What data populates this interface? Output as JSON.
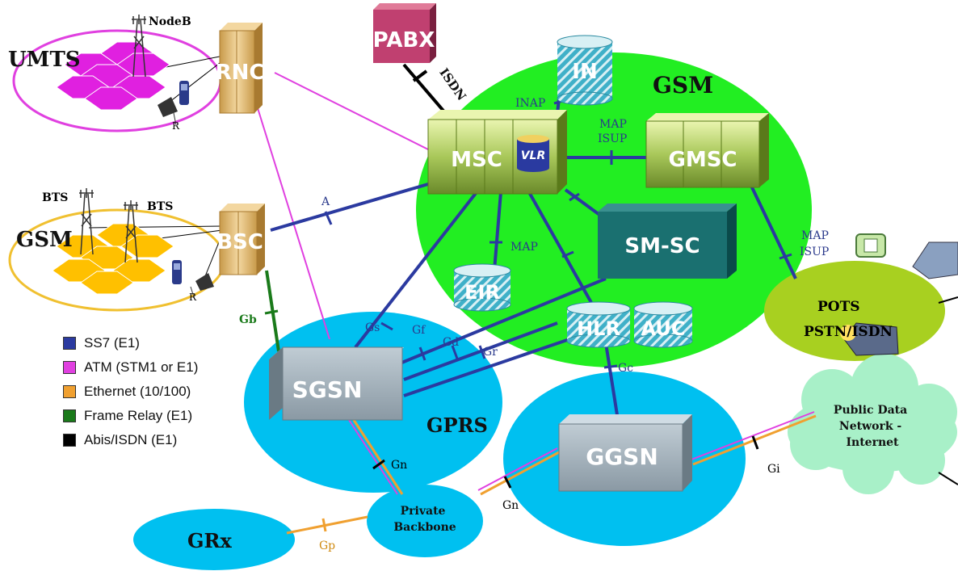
{
  "colors": {
    "ss7": "#2b3aa0",
    "atm": "#e040e0",
    "ethernet": "#f0a030",
    "frame_relay": "#1a7a1a",
    "abis": "#000000",
    "gsm_core": "#22ee22",
    "gprs": "#00c0f0",
    "pots": "#a8d020"
  },
  "regions": {
    "umts": "UMTS",
    "gsm_access": "GSM",
    "gsm_core": "GSM",
    "gprs": "GPRS",
    "grx": "GRx",
    "private_backbone": "Private\nBackbone",
    "pots": "POTS",
    "pstn": "PSTN/ISDN",
    "internet": "Public Data\nNetwork -\nInternet"
  },
  "nodes": {
    "rnc": "RNC",
    "bsc": "BSC",
    "pabx": "PABX",
    "in": "IN",
    "msc": "MSC",
    "vlr": "VLR",
    "gmsc": "GMSC",
    "smsc": "SM-SC",
    "eir": "EIR",
    "hlr": "HLR",
    "auc": "AUC",
    "sgsn": "SGSN",
    "ggsn": "GGSN"
  },
  "towers": {
    "nodeb": "NodeB",
    "bts1": "BTS",
    "bts2": "BTS",
    "r_umts": "R",
    "r_gsm": "R"
  },
  "interfaces": {
    "isdn": "ISDN",
    "inap": "INAP",
    "map_isup_top_1": "MAP",
    "map_isup_top_2": "ISUP",
    "a": "A",
    "map": "MAP",
    "map_isup_right_1": "MAP",
    "map_isup_right_2": "ISUP",
    "gb": "Gb",
    "gs": "Gs",
    "gf": "Gf",
    "gd": "Gd",
    "gr": "Gr",
    "gc": "Gc",
    "gn1": "Gn",
    "gn2": "Gn",
    "gi": "Gi",
    "gp": "Gp"
  },
  "legend": [
    {
      "label": "SS7 (E1)",
      "color": "#2b3aa0"
    },
    {
      "label": "ATM (STM1 or E1)",
      "color": "#e040e0"
    },
    {
      "label": "Ethernet (10/100)",
      "color": "#f0a030"
    },
    {
      "label": "Frame Relay (E1)",
      "color": "#1a7a1a"
    },
    {
      "label": "Abis/ISDN (E1)",
      "color": "#000000"
    }
  ]
}
